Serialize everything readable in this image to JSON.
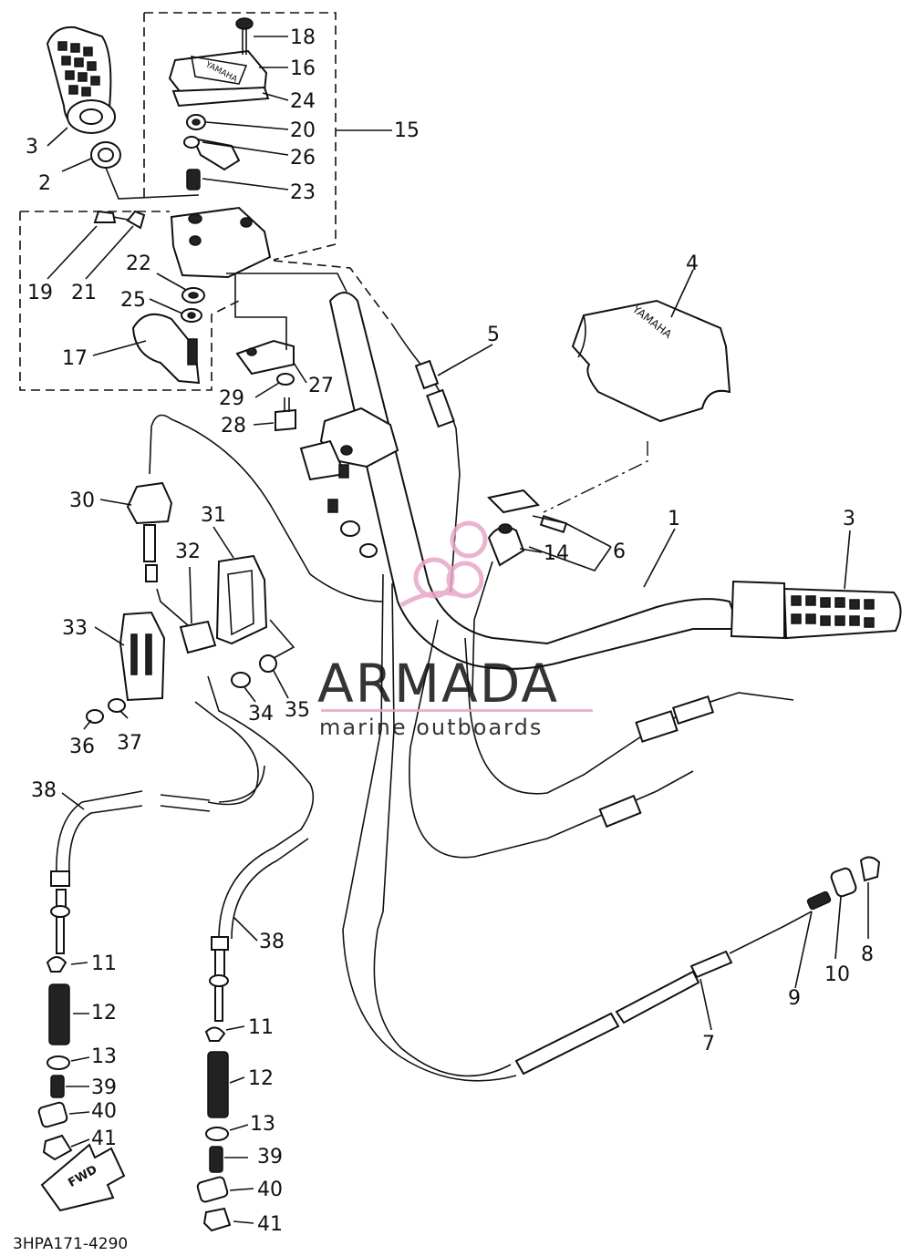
{
  "diagram_code": "3HPA171-4290",
  "watermark": {
    "brand": "ARMADA",
    "tagline": "marine outboards",
    "color": "#e8a6c8",
    "text_color": "#8a8a8a"
  },
  "fwd_label": "FWD",
  "parts": [
    "1",
    "2",
    "3",
    "4",
    "5",
    "6",
    "7",
    "8",
    "9",
    "10",
    "11",
    "12",
    "13",
    "14",
    "15",
    "16",
    "17",
    "18",
    "19",
    "20",
    "21",
    "22",
    "23",
    "24",
    "25",
    "26",
    "27",
    "28",
    "29",
    "30",
    "31",
    "32",
    "33",
    "34",
    "35",
    "36",
    "37",
    "38",
    "39",
    "40",
    "41"
  ],
  "labels": {
    "p1": "1",
    "p2": "2",
    "p3a": "3",
    "p3b": "3",
    "p4": "4",
    "p5": "5",
    "p6": "6",
    "p7": "7",
    "p8": "8",
    "p9": "9",
    "p10": "10",
    "p11a": "11",
    "p11b": "11",
    "p12a": "12",
    "p12b": "12",
    "p13a": "13",
    "p13b": "13",
    "p14": "14",
    "p15": "15",
    "p16": "16",
    "p17": "17",
    "p18": "18",
    "p19": "19",
    "p20": "20",
    "p21": "21",
    "p22": "22",
    "p23": "23",
    "p24": "24",
    "p25": "25",
    "p26": "26",
    "p27": "27",
    "p28": "28",
    "p29": "29",
    "p30": "30",
    "p31": "31",
    "p32": "32",
    "p33": "33",
    "p34": "34",
    "p35": "35",
    "p36": "36",
    "p37": "37",
    "p38a": "38",
    "p38b": "38",
    "p39a": "39",
    "p39b": "39",
    "p40a": "40",
    "p40b": "40",
    "p41a": "41",
    "p41b": "41"
  },
  "cover_brand": "YAMAHA"
}
